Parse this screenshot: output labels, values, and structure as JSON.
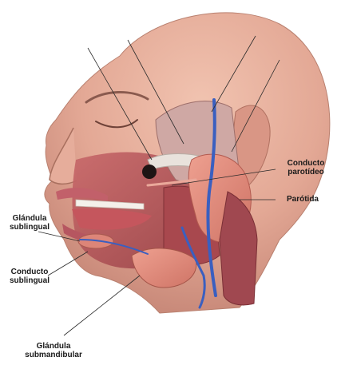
{
  "labels": {
    "conducto_parotideo": [
      "Conducto",
      "parotídeo"
    ],
    "parotida": [
      "Parótida"
    ],
    "glandula_sublingual": [
      "Glándula",
      "sublingual"
    ],
    "conducto_sublingual": [
      "Conducto",
      "sublingual"
    ],
    "glandula_submandibular": [
      "Glándula",
      "submandibular"
    ]
  },
  "colors": {
    "skin": "#e6ad9b",
    "skin_shade": "#c98a7a",
    "muscle": "#b85a5e",
    "gland": "#e08a7c",
    "vein": "#3a5fc0",
    "bone": "#e9e2dc"
  }
}
